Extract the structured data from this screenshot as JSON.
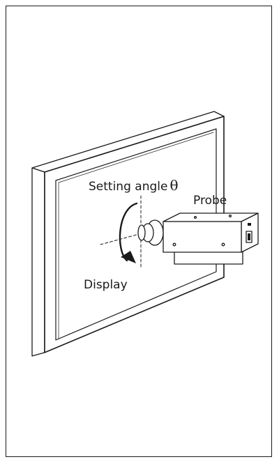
{
  "labels": {
    "setting_angle": "Setting angle",
    "theta": "θ",
    "probe": "Probe",
    "display": "Display"
  },
  "colors": {
    "line": "#1a1a1a",
    "background": "#ffffff"
  }
}
